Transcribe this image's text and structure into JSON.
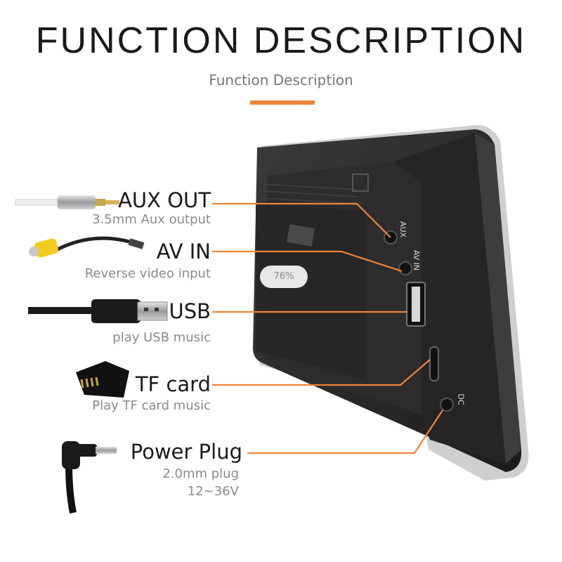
{
  "header": {
    "title": "FUNCTION DESCRIPTION",
    "subtitle": "Function Description"
  },
  "accent_color": "#f0843a",
  "features": [
    {
      "name": "AUX OUT",
      "description": "3.5mm Aux output",
      "icon": "aux-cable-icon"
    },
    {
      "name": "AV IN",
      "description": "Reverse video input",
      "icon": "rca-cable-icon"
    },
    {
      "name": "USB",
      "description": "play USB music",
      "icon": "usb-cable-icon"
    },
    {
      "name": "TF card",
      "description": "Play TF card music",
      "icon": "tf-card-icon"
    },
    {
      "name": "Power Plug",
      "description_lines": [
        "2.0mm plug",
        "12~36V"
      ],
      "icon": "dc-plug-icon"
    }
  ],
  "device_labels": {
    "aux": "AUX",
    "av_in": "AV IN",
    "dc": "DC"
  },
  "zoom_badge": "76%"
}
